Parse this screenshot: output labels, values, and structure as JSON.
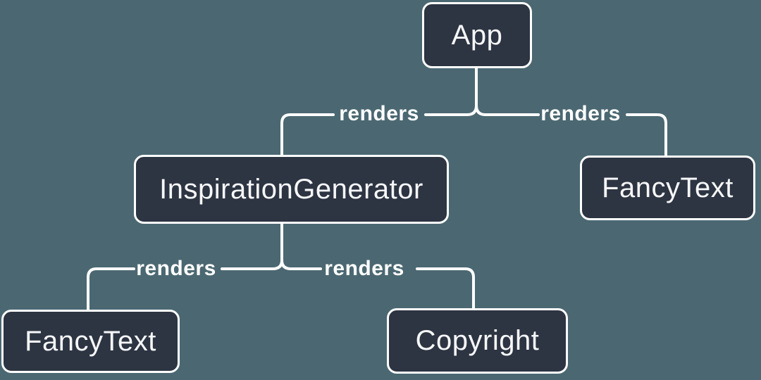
{
  "diagram": {
    "type": "component-render-tree",
    "colors": {
      "background": "#4B6872",
      "node_fill": "#2D3442",
      "node_border": "#FFFFFF",
      "node_text": "#F6F7F9",
      "edge": "#FFFFFF"
    },
    "nodes": [
      {
        "id": "app",
        "label": "App"
      },
      {
        "id": "inspiration-generator",
        "label": "InspirationGenerator"
      },
      {
        "id": "fancy-text-right",
        "label": "FancyText"
      },
      {
        "id": "fancy-text-left",
        "label": "FancyText"
      },
      {
        "id": "copyright",
        "label": "Copyright"
      }
    ],
    "edges": [
      {
        "from": "App",
        "to": "InspirationGenerator",
        "label": "renders"
      },
      {
        "from": "App",
        "to": "FancyText",
        "label": "renders"
      },
      {
        "from": "InspirationGenerator",
        "to": "FancyText",
        "label": "renders"
      },
      {
        "from": "InspirationGenerator",
        "to": "Copyright",
        "label": "renders"
      }
    ]
  }
}
